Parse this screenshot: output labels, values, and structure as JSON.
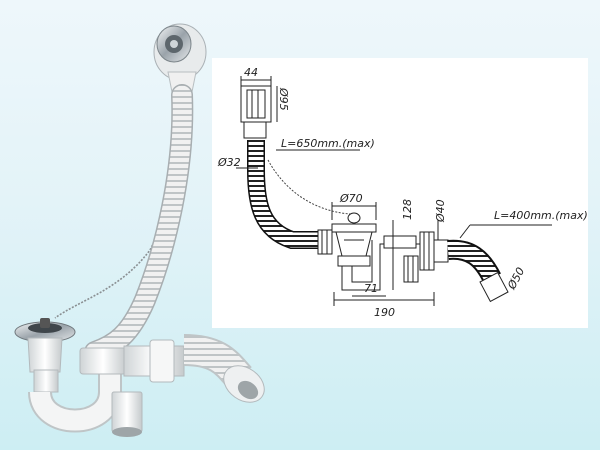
{
  "drawing": {
    "dims": {
      "flange_height": "44",
      "flange_dia": "Ø95",
      "overflow_length": "L=650mm.(max)",
      "hose_dia": "Ø32",
      "waste_dia": "Ø70",
      "trap_height": "128",
      "outlet_dia": "Ø40",
      "outlet_hose_length": "L=400mm.(max)",
      "hose_end_dia": "Ø50",
      "trap_offset": "71",
      "total_length": "190"
    }
  },
  "colors": {
    "background_top": "#eef7fb",
    "background_bottom": "#cdeef3",
    "panel": "#ffffff",
    "pipe": "#f2f2f2",
    "line": "#222222",
    "chrome": "#9aa3aa"
  }
}
